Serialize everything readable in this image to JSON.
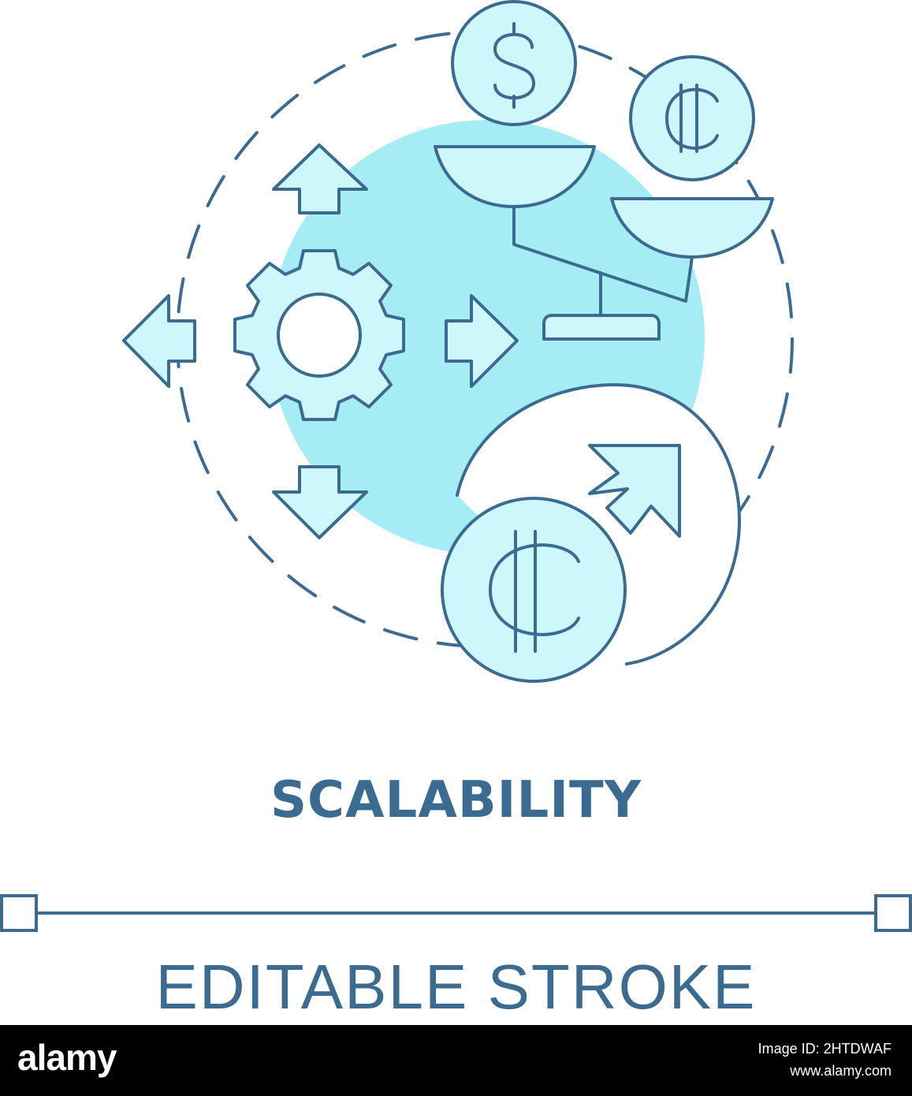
{
  "illustration": {
    "subject": "scalability concept icon",
    "icons": [
      "dollar-coin-icon",
      "colon-coin-icon",
      "balance-scale-icon",
      "gear-icon",
      "direction-arrows-icon",
      "growth-arrow-icon"
    ],
    "colors": {
      "stroke": "#3b6b91",
      "fill_light": "#cdf7fb",
      "fill_mid": "#a6ecf4",
      "background": "#ffffff"
    }
  },
  "title": "SCALABILITY",
  "subtitle": "EDITABLE STROKE",
  "footer": {
    "logo": "alamy",
    "image_code": "Image ID: 2HTDWAF",
    "website": "www.alamy.com"
  }
}
